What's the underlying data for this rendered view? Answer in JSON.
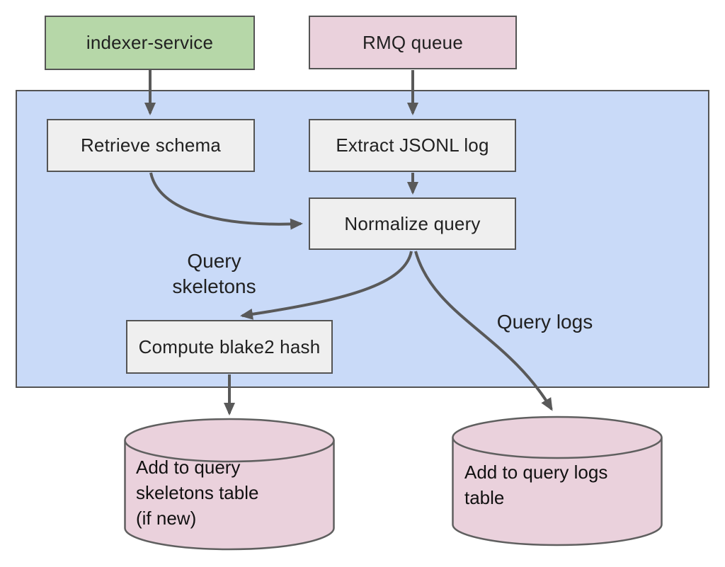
{
  "diagram": {
    "nodes": {
      "indexer_service": {
        "label": "indexer-service"
      },
      "rmq_queue": {
        "label": "RMQ queue"
      },
      "retrieve_schema": {
        "label": "Retrieve schema"
      },
      "extract_jsonl": {
        "label": "Extract JSONL log"
      },
      "normalize_query": {
        "label": "Normalize query"
      },
      "compute_hash": {
        "label": "Compute blake2 hash"
      },
      "query_skeletons_db": {
        "label": "Add to query\nskeletons table\n(if new)"
      },
      "query_logs_db": {
        "label": "Add to query logs\ntable"
      }
    },
    "edge_labels": {
      "query_skeletons": "Query\nskeletons",
      "query_logs": "Query logs"
    },
    "colors": {
      "service_green": "#b6d7a8",
      "queue_pink": "#ead1dc",
      "database_pink": "#ead1dc",
      "pipeline_blue": "#c9daf8",
      "step_gray": "#efefef",
      "border_gray": "#545454",
      "arrow_gray": "#595959",
      "text_dark": "#212121"
    }
  }
}
